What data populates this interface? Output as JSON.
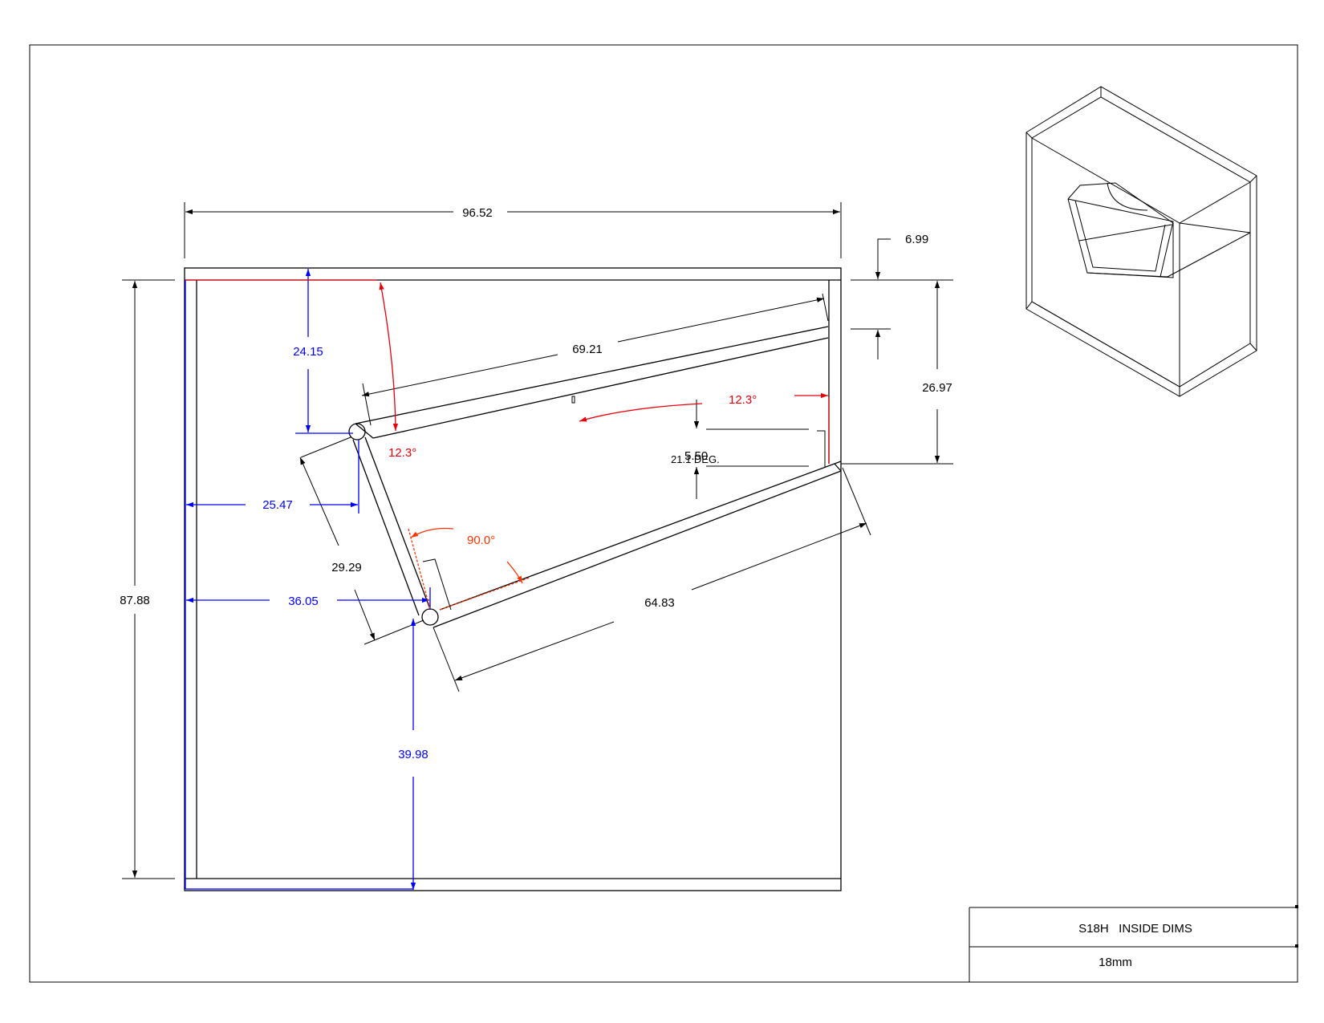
{
  "title_block": {
    "title": "S18H   INSIDE DIMS",
    "material": "18mm"
  },
  "dimensions": {
    "overall_width": "96.52",
    "overall_height": "87.88",
    "top_offset": "6.99",
    "right_height": "26.97",
    "upper_panel_length": "69.21",
    "lower_panel_length": "64.83",
    "front_panel_length": "29.29",
    "top_to_upper_hinge": "24.15",
    "left_to_upper_hinge": "25.47",
    "left_to_lower_hinge": "36.05",
    "bottom_to_lower_hinge": "39.98",
    "mouth_gap": "5.50"
  },
  "angles": {
    "upper_left": "12.3°",
    "upper_right": "12.3°",
    "corner": "90.0°",
    "lower": "21.1 DEG."
  },
  "colors": {
    "black": "#000000",
    "blue": "#0000ff",
    "red": "#e8000b",
    "orange": "#ff3300"
  }
}
